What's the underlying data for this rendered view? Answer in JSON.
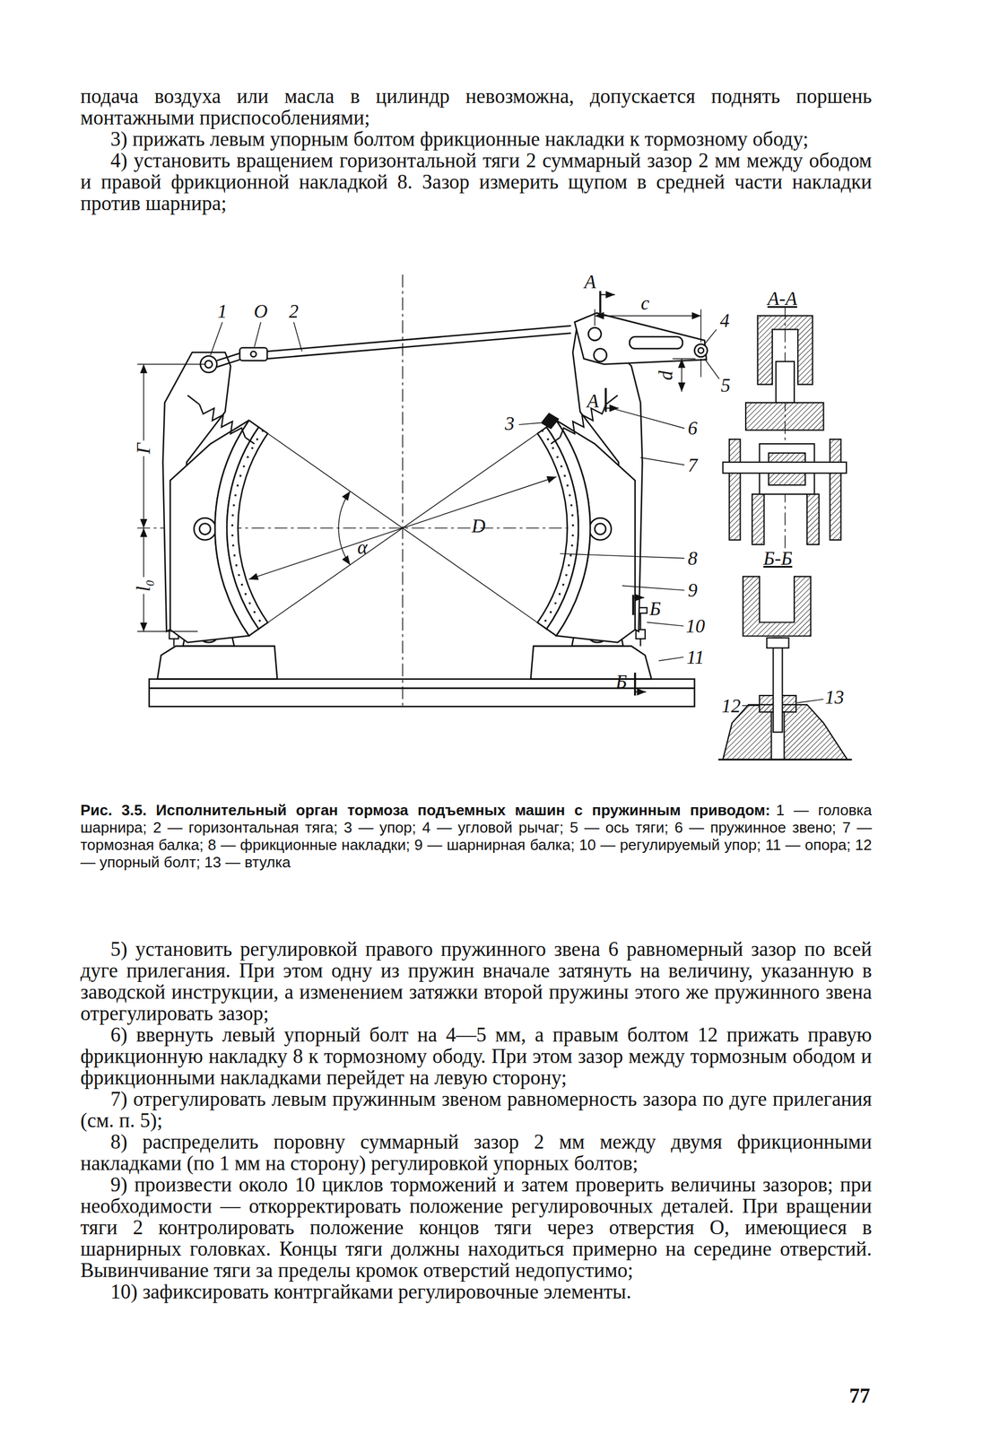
{
  "diagram": {
    "caption": "Рис. 3.5. Исполнительный орган тормоза подъемных машин с пружинным приводом:",
    "labels": [
      "подача воздуха или масла в цилиндр невозможна, допускается поднять поршень монтажными приспособлениями;",
      "3) прижать левым упорным болтом фрикционные накладки к тормозному ободу;",
      "4) установить вращением горизонтальной тяги 2 суммарный зазор 2 мм между ободом и правой фрикционной накладкой 8. Зазор измерить щупом в средней части накладки против шарнира;",
      "1",
      "О",
      "2",
      "А",
      "c",
      "4",
      "d",
      "А",
      "5",
      "3",
      "6",
      "7",
      "Г",
      "D",
      "α",
      "8",
      "9",
      "Б",
      "l₀",
      "10",
      "11",
      "Б",
      "А-А",
      "Б-Б",
      "12",
      "13",
      "1 — головка шарнира; 2 — горизонтальная тяга; 3 — упор; 4 — угловой рычаг; 5 — ось тяги; 6 — пружинное звено; 7 — тормозная балка; 8 — фрикционные накладки; 9 — шарнирная балка; 10 — регулируемый упор; 11 — опора; 12 — упорный болт; 13 — втулка",
      "5) установить регулировкой правого пружинного звена 6 равномерный зазор по всей дуге прилегания. При этом одну из пружин вначале затянуть на величину, указанную в заводской инструкции, а изменением затяжки второй пружины этого же пружинного звена отрегулировать зазор;",
      "6) ввернуть левый упорный болт на 4—5 мм, а правым болтом 12 прижать правую фрикционную накладку 8 к тормозному ободу. При этом зазор между тормозным ободом и фрикционными накладками перейдет на левую сторону;",
      "7) отрегулировать левым пружинным звеном равномерность зазора по дуге прилегания (см. п. 5);",
      "8) распределить поровну суммарный зазор 2 мм между двумя фрикционными накладками (по 1 мм на сторону) регулировкой упорных болтов;",
      "9) произвести около 10 циклов торможений и затем проверить величины зазоров; при необходимости — откорректировать положение регулировочных деталей. При вращении тяги 2 контролировать положение концов тяги через отверстия О, имеющиеся в шарнирных головках. Концы тяги должны находиться примерно на середине отверстий. Вывинчивание тяги за пределы кромок отверстий недопустимо;",
      "10) зафиксировать контргайками регулировочные элементы.",
      "77"
    ]
  }
}
